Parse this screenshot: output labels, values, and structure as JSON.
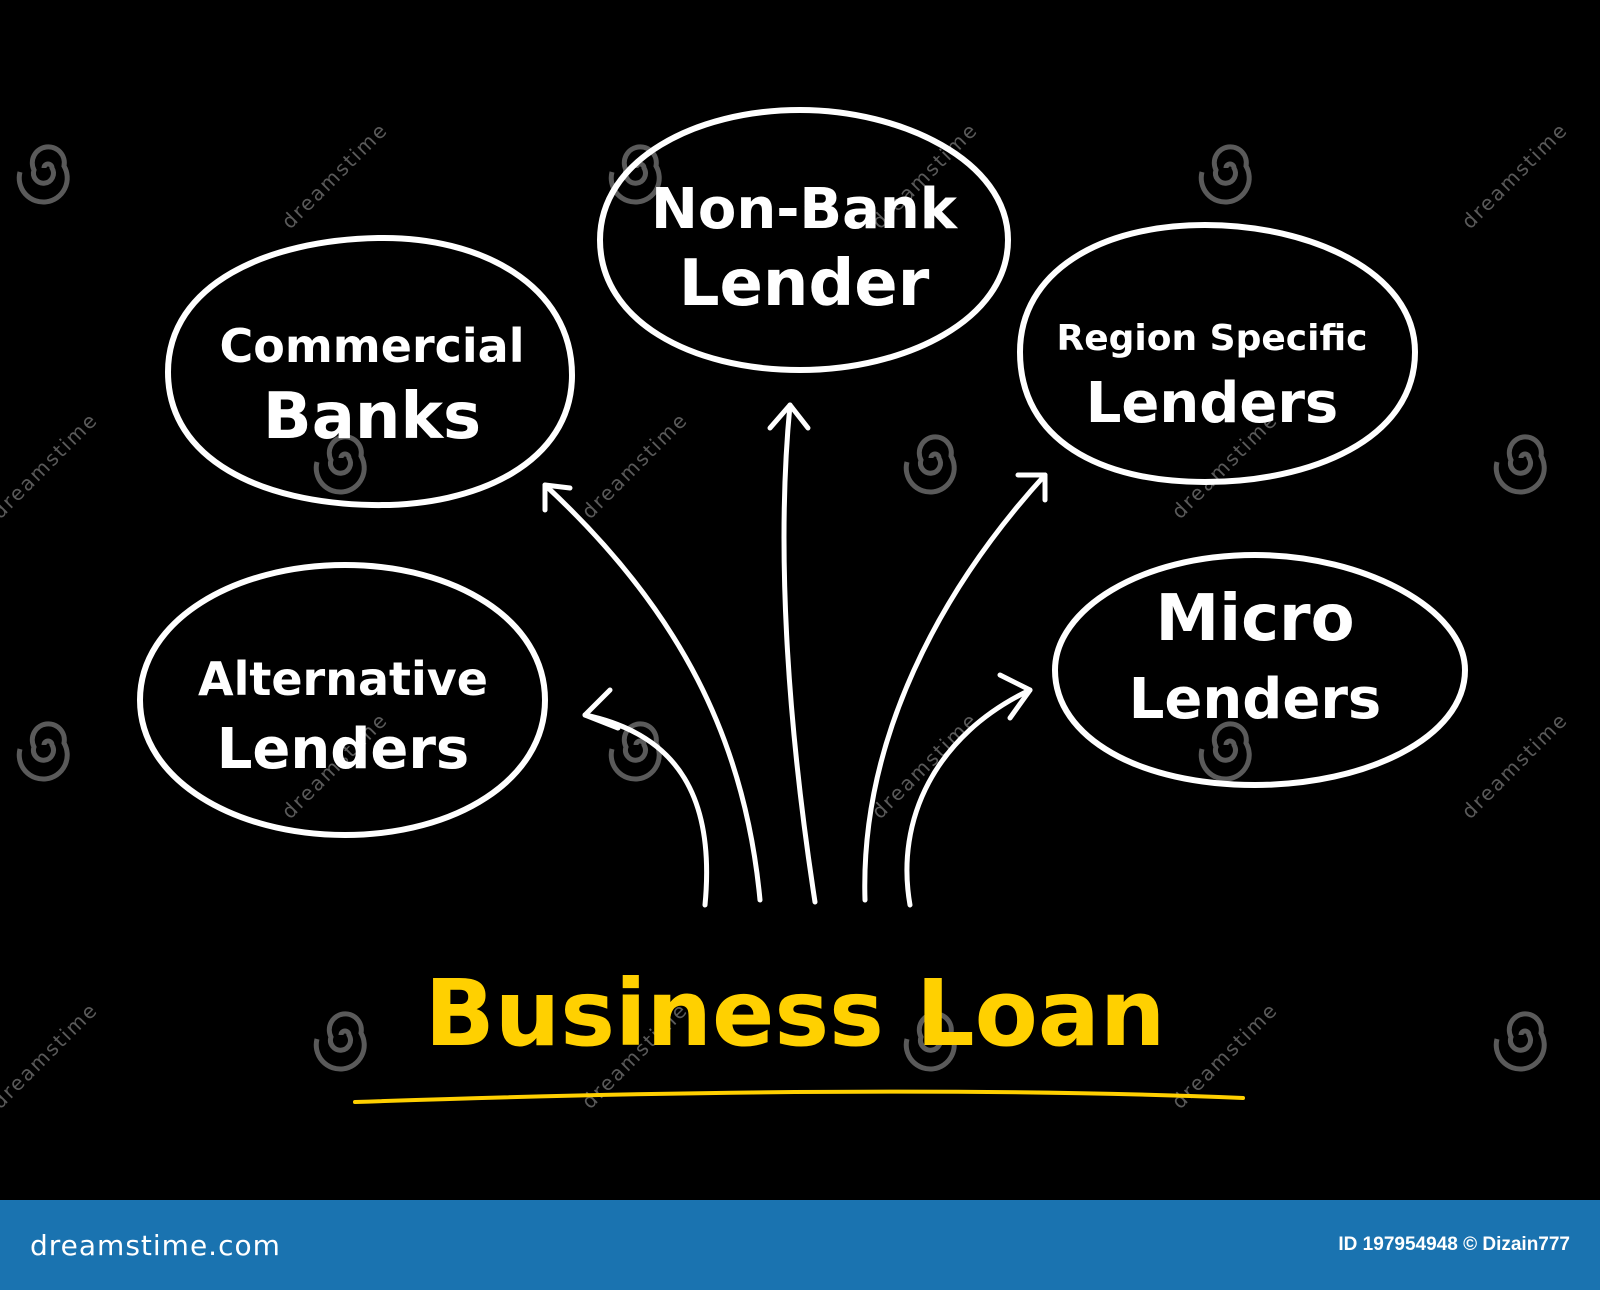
{
  "colors": {
    "background": "#000000",
    "ink": "#ffffff",
    "title": "#ffd000",
    "footer": "#1a73b0",
    "watermark": "#5a5a5a"
  },
  "diagram": {
    "title": "Business Loan",
    "nodes": [
      {
        "id": "commercial-banks",
        "lines": [
          "Commercial",
          "Banks"
        ]
      },
      {
        "id": "non-bank-lender",
        "lines": [
          "Non-Bank",
          "Lender"
        ]
      },
      {
        "id": "region-specific-lenders",
        "lines": [
          "Region Specific",
          "Lenders"
        ]
      },
      {
        "id": "alternative-lenders",
        "lines": [
          "Alternative",
          "Lenders"
        ]
      },
      {
        "id": "micro-lenders",
        "lines": [
          "Micro",
          "Lenders"
        ]
      }
    ]
  },
  "watermark": {
    "text": "dreamstime",
    "icon": "spiral-icon"
  },
  "footer": {
    "brand": "dreamstime.com",
    "id_text": "ID 197954948 © Dizain777"
  }
}
